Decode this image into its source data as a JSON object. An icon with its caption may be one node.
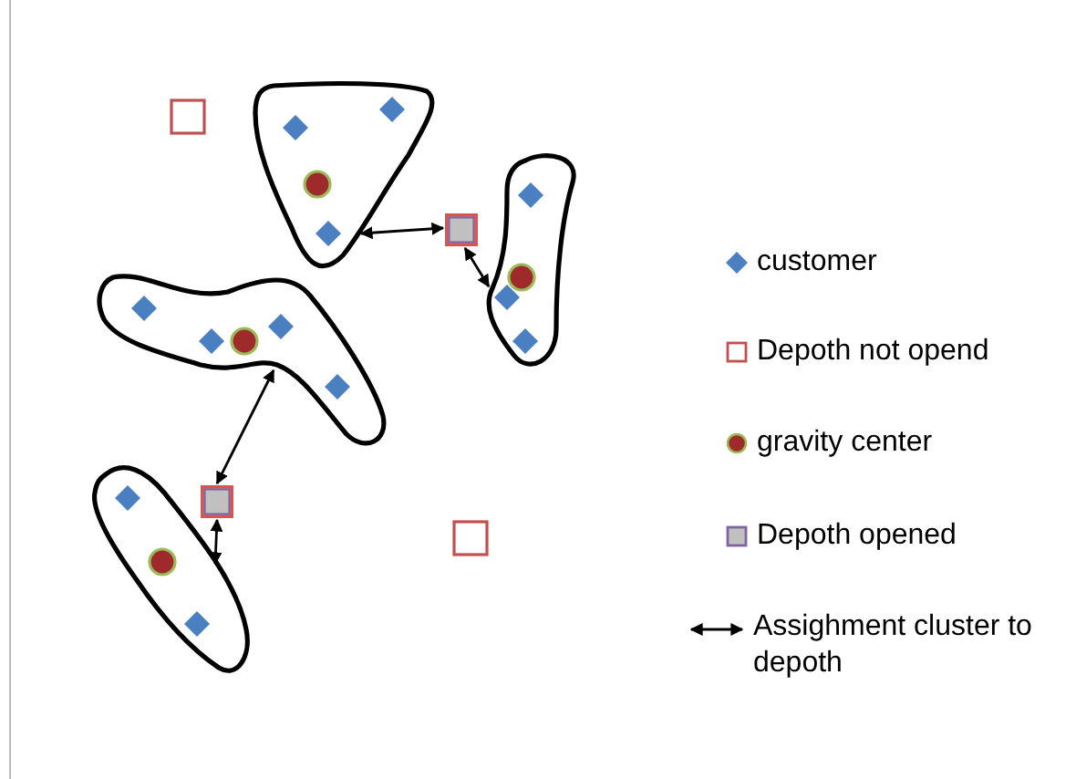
{
  "diagram": {
    "nodes": [
      {
        "text": [],
        "shape": "box"
      },
      {
        "text": [],
        "shape": "blob"
      },
      {
        "text": [],
        "shape": "blob"
      },
      {
        "text": [],
        "shape": "box"
      },
      {
        "text": [],
        "shape": "blob"
      },
      {
        "text": [],
        "shape": "box"
      },
      {
        "text": [],
        "shape": "blob"
      },
      {
        "text": [],
        "shape": "box"
      }
    ],
    "edges": [
      {
        "from": 1,
        "to": 3,
        "arrow": "both"
      },
      {
        "from": 3,
        "to": 2,
        "arrow": "both"
      },
      {
        "from": 4,
        "to": 5,
        "arrow": "both"
      },
      {
        "from": 5,
        "to": 6,
        "arrow": "both"
      }
    ],
    "legend": [
      {
        "text": "customer"
      },
      {
        "text": "Depoth not opend"
      },
      {
        "text": "gravity center"
      },
      {
        "text": "Depoth opened"
      },
      {
        "text": "Assighment cluster to depoth"
      }
    ]
  }
}
